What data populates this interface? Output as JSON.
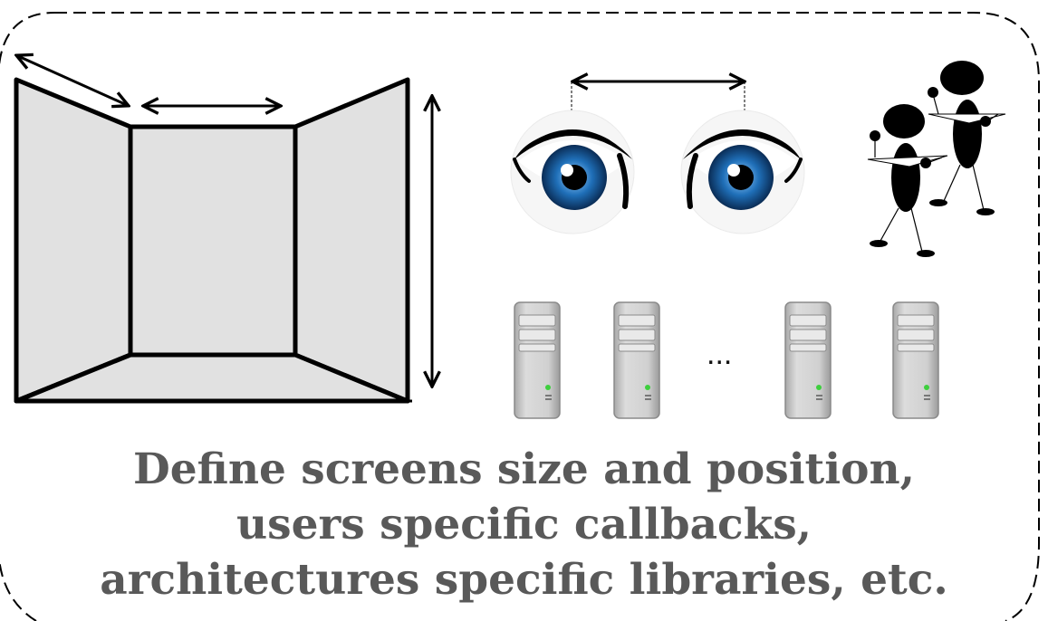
{
  "caption": {
    "line1": "Define screens size and position,",
    "line2": "users specific callbacks,",
    "line3": "architectures specific libraries, etc."
  },
  "servers": {
    "ellipsis": "..."
  },
  "icons": {
    "screens": "cave-screens-icon",
    "eyes": "eye-icon",
    "users": "stick-figure-icon",
    "servers": "server-tower-icon",
    "arrows": "double-arrow-icon"
  },
  "colors": {
    "screen_fill": "#e1e1e1",
    "caption_text": "#595959",
    "iris": "#1f6fb8",
    "server_body": "#c9c9c9",
    "server_led": "#3ecf3e"
  }
}
